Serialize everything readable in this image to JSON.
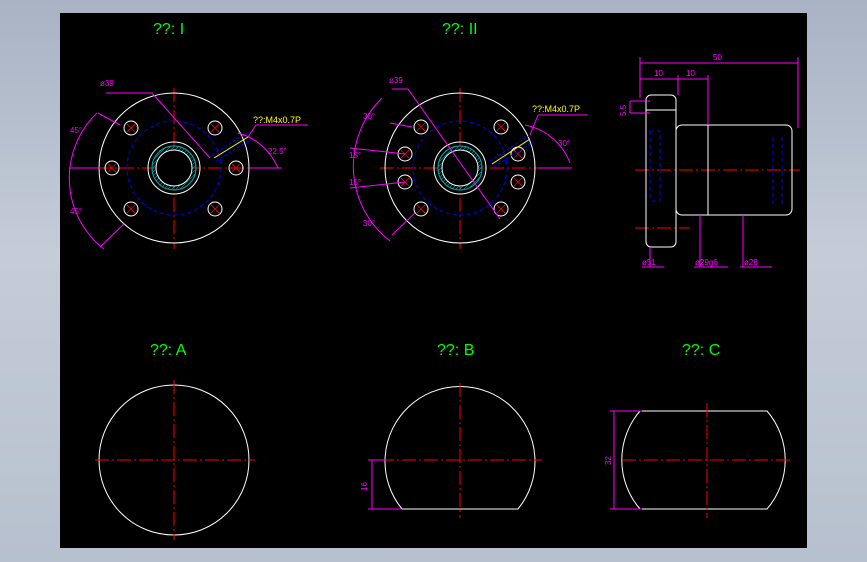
{
  "views": {
    "view1_title": "??: I",
    "view2_title": "??: II",
    "viewA_title": "??: A",
    "viewB_title": "??: B",
    "viewC_title": "??: C"
  },
  "dimensions": {
    "v1_diameter": "ø39",
    "v1_thread": "??:M4x0.7P",
    "v1_angle_top": "45°",
    "v1_angle_bottom": "45°",
    "v1_angle_right": "22.5°",
    "v2_diameter": "ø39",
    "v2_thread": "??:M4x0.7P",
    "v2_angle_a": "30°",
    "v2_angle_b": "15°",
    "v2_angle_c": "15°",
    "v2_angle_d": "30°",
    "v2_angle_right": "30°",
    "side_total": "50",
    "side_len1": "10",
    "side_len2": "10",
    "side_offset": "5.5",
    "side_d1": "ø51",
    "side_d2": "ø29g6",
    "side_d3": "ø28",
    "vB_height": "16",
    "vC_width": "32"
  },
  "colors": {
    "background": "#000000",
    "outline": "#ffffff",
    "center_line": "#ff0000",
    "dimension": "#ff00ff",
    "hidden_line": "#0000ff",
    "title": "#00ff00",
    "thread_note": "#ffff00"
  }
}
